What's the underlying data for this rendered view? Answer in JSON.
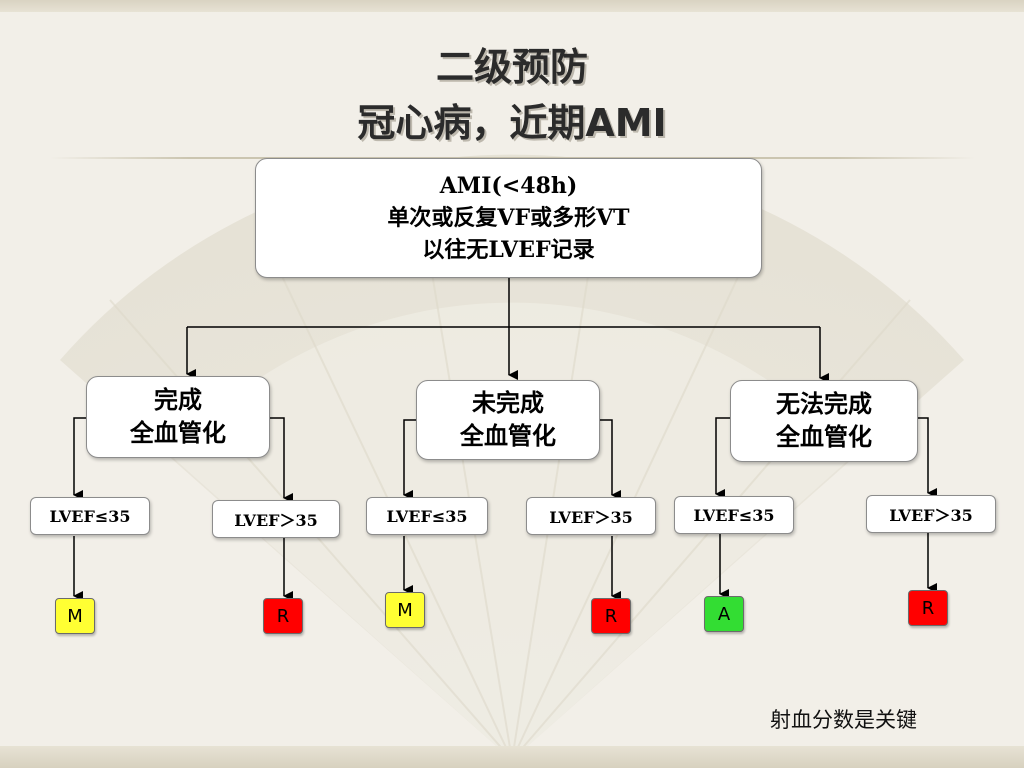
{
  "slide": {
    "title_line1": "二级预防",
    "title_line2": "冠心病，近期AMI",
    "note": "射血分数是关键"
  },
  "root": {
    "line1": "AMI(<48h)",
    "line2": "单次或反复VF或多形VT",
    "line3": "以往无LVEF记录"
  },
  "branches": [
    {
      "line1": "完成",
      "line2": "全血管化"
    },
    {
      "line1": "未完成",
      "line2": "全血管化"
    },
    {
      "line1": "无法完成",
      "line2": "全血管化"
    }
  ],
  "conditions": [
    "LVEF≤35",
    "LVEF＞35",
    "LVEF≤35",
    "LVEF＞35",
    "LVEF≤35",
    "LVEF＞35"
  ],
  "results": [
    {
      "label": "M",
      "color": "#ffff33"
    },
    {
      "label": "R",
      "color": "#ff0000"
    },
    {
      "label": "M",
      "color": "#ffff33"
    },
    {
      "label": "R",
      "color": "#ff0000"
    },
    {
      "label": "A",
      "color": "#33dd33"
    },
    {
      "label": "R",
      "color": "#ff0000"
    }
  ]
}
